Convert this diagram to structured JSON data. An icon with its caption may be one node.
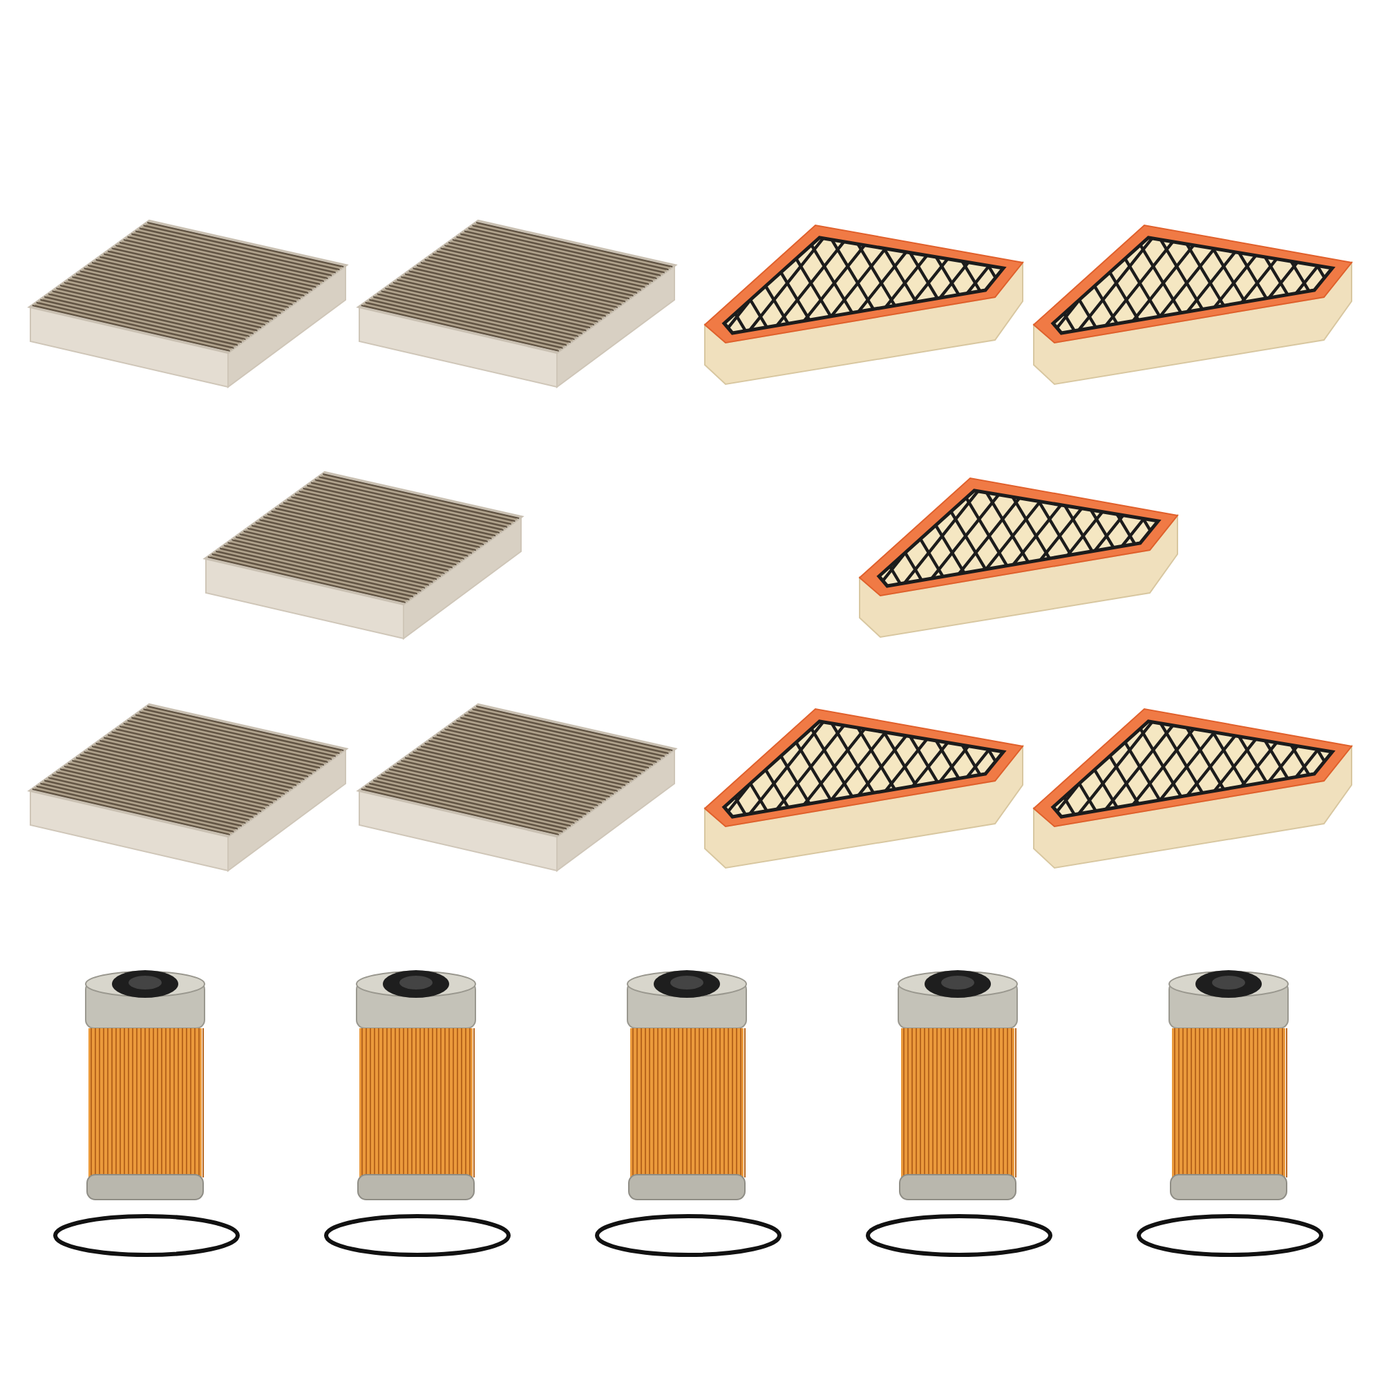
{
  "diagram": {
    "nodes": [
      {
        "text": [],
        "shape": "picture"
      },
      {
        "text": [],
        "shape": "picture"
      },
      {
        "text": [],
        "shape": "picture"
      },
      {
        "text": [],
        "shape": "picture"
      },
      {
        "text": [],
        "shape": "picture"
      },
      {
        "text": [],
        "shape": "picture"
      },
      {
        "text": [],
        "shape": "picture"
      },
      {
        "text": [],
        "shape": "picture"
      },
      {
        "text": [],
        "shape": "picture"
      },
      {
        "text": [],
        "shape": "picture"
      },
      {
        "text": [],
        "shape": "picture"
      },
      {
        "text": [],
        "shape": "picture"
      },
      {
        "text": [],
        "shape": "picture"
      },
      {
        "text": [],
        "shape": "picture"
      },
      {
        "text": [],
        "shape": "picture"
      },
      {
        "text": [],
        "shape": "circle"
      },
      {
        "text": [],
        "shape": "circle"
      },
      {
        "text": [],
        "shape": "circle"
      },
      {
        "text": [],
        "shape": "circle"
      },
      {
        "text": [],
        "shape": "circle"
      }
    ]
  }
}
